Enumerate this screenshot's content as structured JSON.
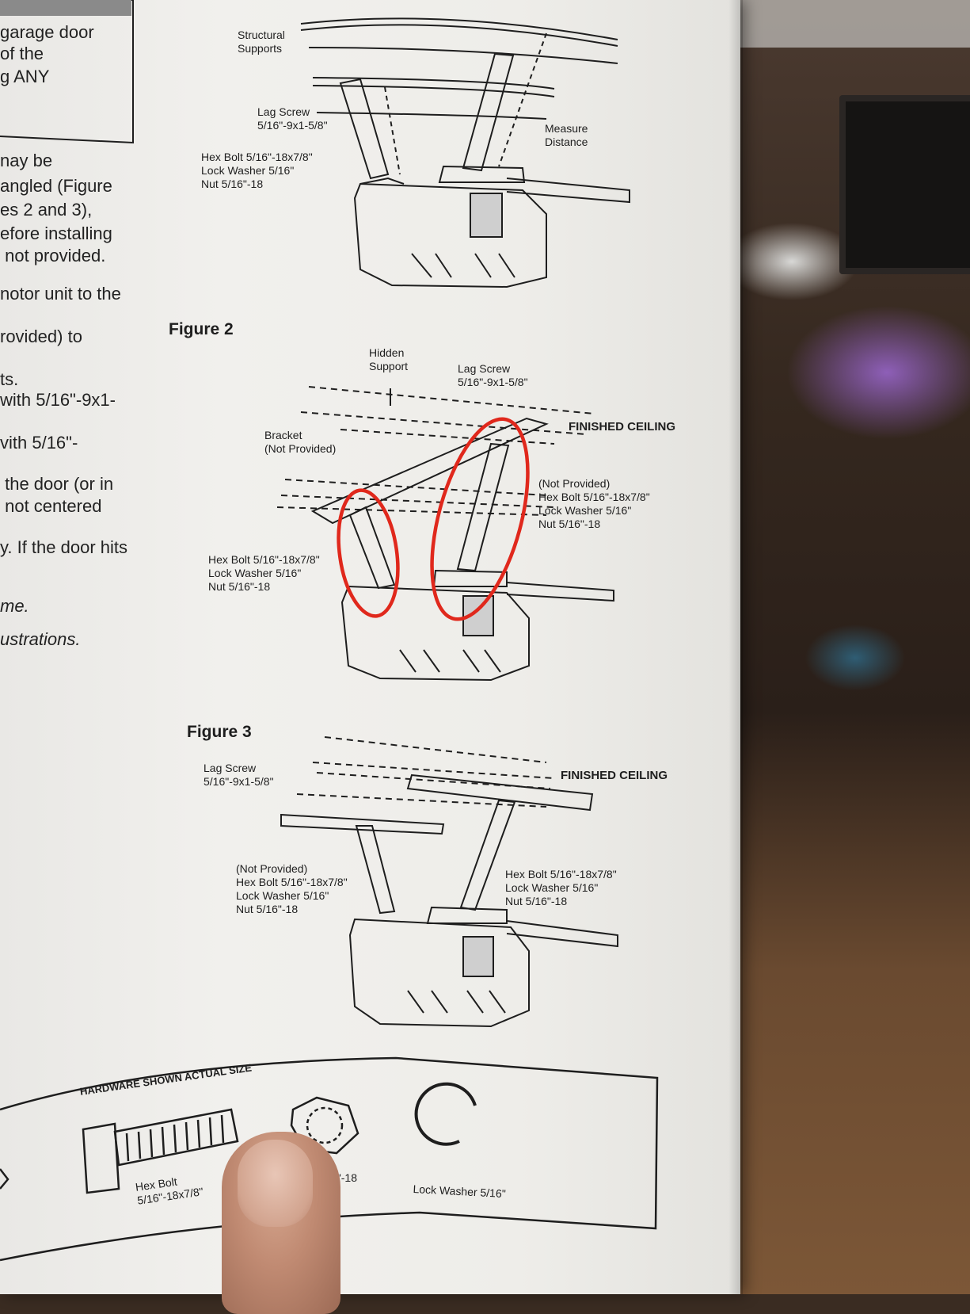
{
  "left_column": {
    "lines": [
      "garage door",
      "of the",
      "g ANY",
      "nay be",
      "angled (Figure",
      "es 2 and 3),",
      "efore installing",
      " not provided.",
      "notor unit to the",
      "rovided) to",
      "ts.",
      "with 5/16\"-9x1-",
      "vith 5/16\"-",
      " the door (or in",
      " not centered",
      "y. If the door hits",
      "me.",
      "ustrations."
    ]
  },
  "figure1": {
    "structural_supports": "Structural\nSupports",
    "lag_screw": "Lag Screw\n5/16\"-9x1-5/8\"",
    "measure_distance": "Measure\nDistance",
    "hex_bolt": "Hex Bolt 5/16\"-18x7/8\"\nLock Washer 5/16\"\nNut 5/16\"-18"
  },
  "figure2": {
    "title": "Figure 2",
    "hidden_support": "Hidden\nSupport",
    "lag_screw": "Lag Screw\n5/16\"-9x1-5/8\"",
    "finished_ceiling": "FINISHED CEILING",
    "bracket": "Bracket\n(Not Provided)",
    "right_hardware": "(Not Provided)\nHex Bolt 5/16\"-18x7/8\"\nLock Washer 5/16\"\nNut 5/16\"-18",
    "left_hardware": "Hex Bolt 5/16\"-18x7/8\"\nLock Washer 5/16\"\nNut 5/16\"-18",
    "highlight_color": "#e0281c"
  },
  "figure3": {
    "title": "Figure 3",
    "lag_screw": "Lag Screw\n5/16\"-9x1-5/8\"",
    "finished_ceiling": "FINISHED CEILING",
    "left_hardware": "(Not Provided)\nHex Bolt 5/16\"-18x7/8\"\nLock Washer 5/16\"\nNut 5/16\"-18",
    "right_hardware": "Hex Bolt 5/16\"-18x7/8\"\nLock Washer 5/16\"\nNut 5/16\"-18"
  },
  "hardware_box": {
    "title": "HARDWARE SHOWN ACTUAL SIZE",
    "hex_bolt": "Hex Bolt\n5/16\"-18x7/8\"",
    "nut": "6\"-18",
    "lock_washer": "Lock Washer 5/16\""
  }
}
